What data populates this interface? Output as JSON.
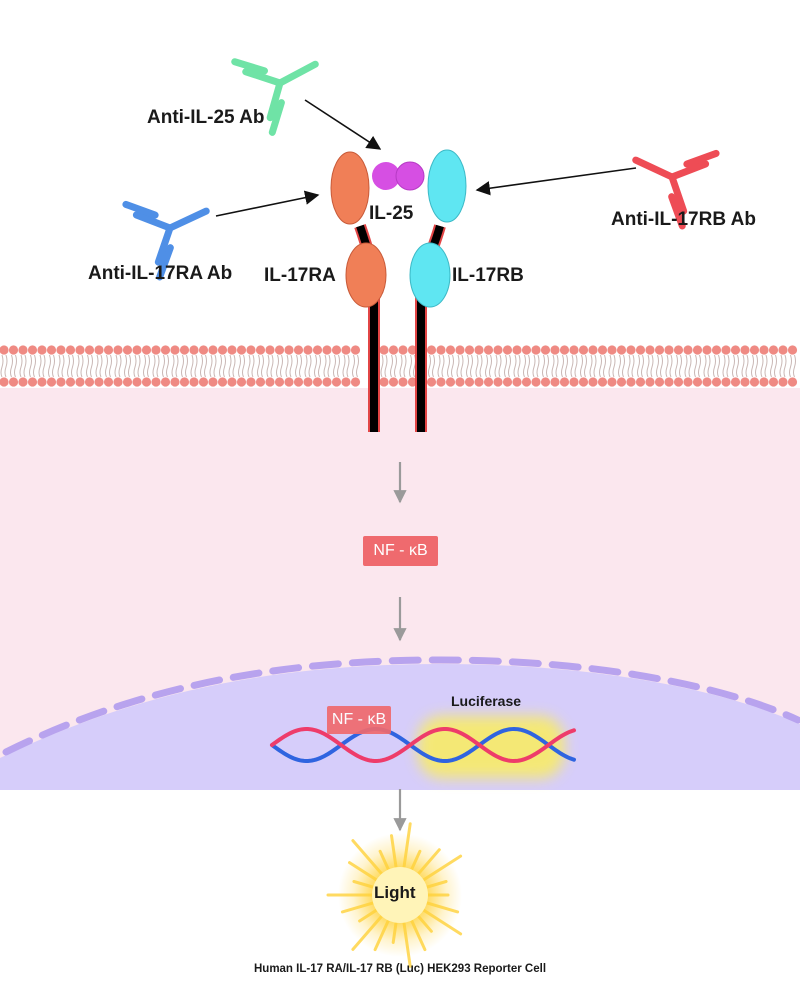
{
  "labels": {
    "anti_il25": "Anti-IL-25 Ab",
    "anti_il17ra": "Anti-IL-17RA Ab",
    "anti_il17rb": "Anti-IL-17RB Ab",
    "il25": "IL-25",
    "il17ra": "IL-17RA",
    "il17rb": "IL-17RB",
    "nfkb_cytoplasm": "NF - κB",
    "nfkb_nucleus": "NF - κB",
    "luciferase": "Luciferase",
    "light": "Light",
    "caption": "Human IL-17 RA/IL-17 RB (Luc) HEK293 Reporter Cell"
  },
  "colors": {
    "anti_il25": "#6fe3a6",
    "anti_il17ra": "#4f8fe6",
    "anti_il17rb": "#ee4c55",
    "il25": "#d64fe3",
    "il17ra": "#f07f57",
    "il17rb": "#5fe6f2",
    "cytoplasm": "#fbe7ee",
    "nucleus": "#d6cdfa",
    "nuclear_envelope": "#b8a3ee",
    "membrane_head": "#ef8a83",
    "nfkb": "#ef6a6e",
    "dna_red": "#ee3c6a",
    "dna_blue": "#2f64e0",
    "light": "#ffd23a"
  },
  "icons": [
    "antibody-icon",
    "membrane-lipid-icon",
    "dna-helix-icon",
    "light-burst-icon",
    "arrow-icon"
  ]
}
